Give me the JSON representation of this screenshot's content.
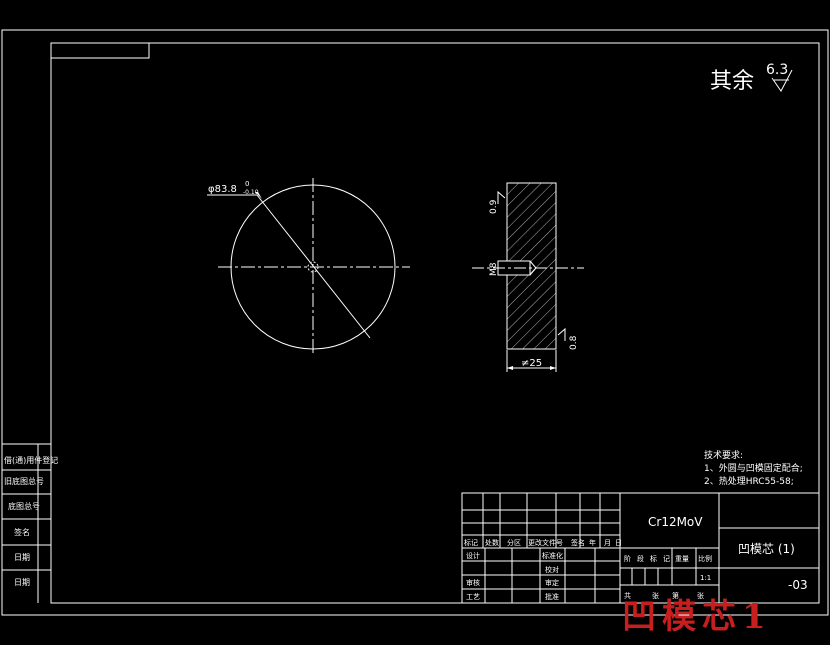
{
  "colors": {
    "background": "#000000",
    "line": "#ffffff",
    "watermark": "#c81e1e"
  },
  "surface_finish": {
    "label": "其余",
    "value": "6.3"
  },
  "circle_view": {
    "diameter_label": "φ83.8",
    "tolerance_upper": "0",
    "tolerance_lower": "-0.10"
  },
  "side_view": {
    "roughness_top": "0.9",
    "roughness_bottom": "0.8",
    "hole_label": "M8",
    "thickness_label": "≠25"
  },
  "tech_requirements": {
    "title": "技术要求:",
    "items": [
      "1、外圆与凹模固定配合;",
      "2、热处理HRC55-58;"
    ]
  },
  "left_strip": {
    "items": [
      "借(通)用件登记",
      "旧底图总号",
      "底图总号",
      "签名",
      "日期",
      "日期"
    ]
  },
  "title_block": {
    "material": "Cr12MoV",
    "part_name": "凹模芯 (1)",
    "drawing_number": "-03",
    "rev_headers": [
      "标记",
      "处数",
      "分区",
      "更改文件号",
      "签名",
      "年",
      "月",
      "日"
    ],
    "sign_rows": [
      {
        "role": "设计",
        "right": "标准化"
      },
      {
        "role": "",
        "right": "校对"
      },
      {
        "role": "审核",
        "right": "审定"
      },
      {
        "role": "工艺",
        "right": "批准"
      }
    ],
    "stage_headers": [
      "阶",
      "段",
      "标",
      "记",
      "重量",
      "比例"
    ],
    "scale": "1:1",
    "sheet_text": [
      "共",
      "张",
      "第",
      "张"
    ]
  },
  "watermark_text": "凹模芯1"
}
